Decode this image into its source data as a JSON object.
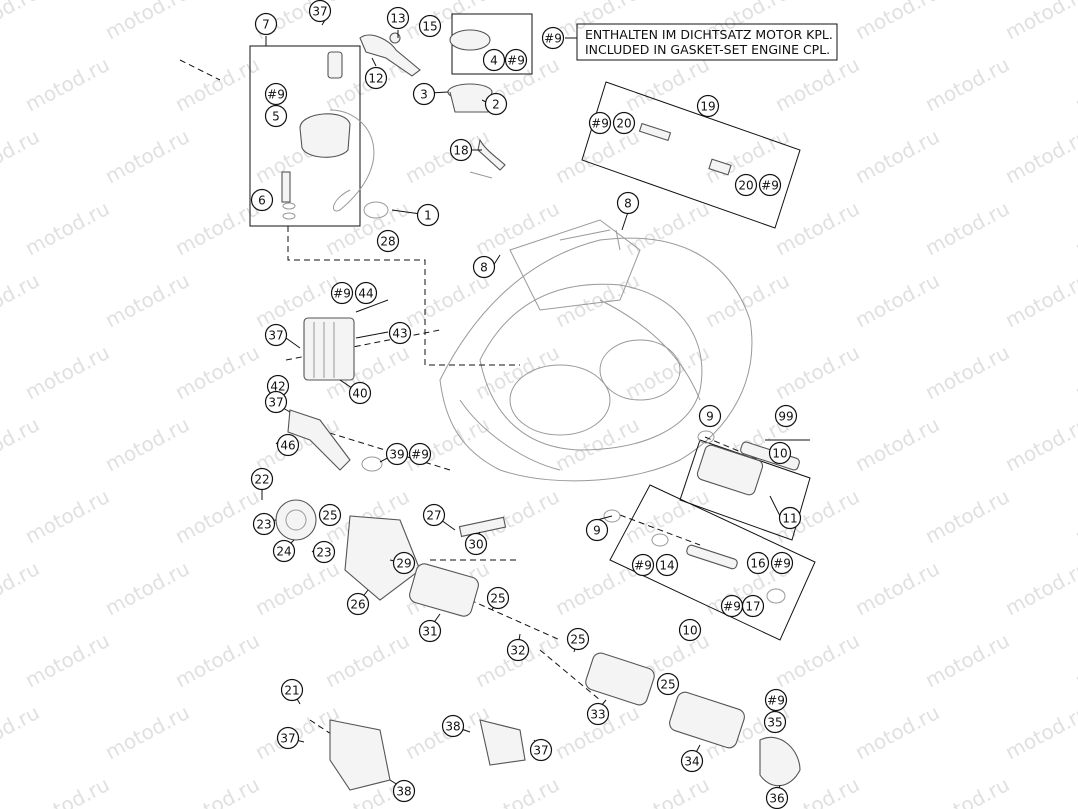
{
  "note": {
    "ref": "#9",
    "line1": "ENTHALTEN IM DICHTSATZ MOTOR KPL.",
    "line2": "INCLUDED IN GASKET-SET ENGINE CPL."
  },
  "watermark_text": "motod.ru",
  "callouts": [
    "37",
    "7",
    "13",
    "15",
    "#9",
    "12",
    "#9",
    "5",
    "6",
    "3",
    "2",
    "4",
    "#9",
    "18",
    "19",
    "#9",
    "20",
    "20",
    "#9",
    "8",
    "1",
    "28",
    "8",
    "#9",
    "44",
    "37",
    "43",
    "42",
    "40",
    "37",
    "46",
    "39",
    "#9",
    "9",
    "99",
    "10",
    "22",
    "23",
    "25",
    "24",
    "23",
    "27",
    "30",
    "29",
    "26",
    "9",
    "11",
    "#9",
    "14",
    "16",
    "#9",
    "25",
    "31",
    "32",
    "#9",
    "17",
    "10",
    "25",
    "21",
    "33",
    "25",
    "#9",
    "38",
    "37",
    "37",
    "35",
    "34",
    "38",
    "36"
  ]
}
